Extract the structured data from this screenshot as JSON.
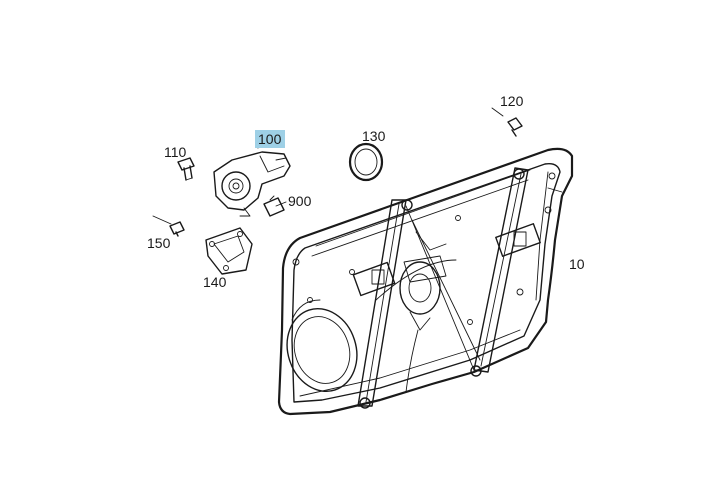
{
  "diagram": {
    "callouts": [
      {
        "id": "10",
        "text": "10"
      },
      {
        "id": "100",
        "text": "100",
        "highlighted": true
      },
      {
        "id": "110",
        "text": "110"
      },
      {
        "id": "120",
        "text": "120"
      },
      {
        "id": "130",
        "text": "130"
      },
      {
        "id": "140",
        "text": "140"
      },
      {
        "id": "150",
        "text": "150"
      },
      {
        "id": "900",
        "text": "900"
      }
    ],
    "highlight_color": "#9ed0e6",
    "line_color": "#1a1a1a"
  }
}
